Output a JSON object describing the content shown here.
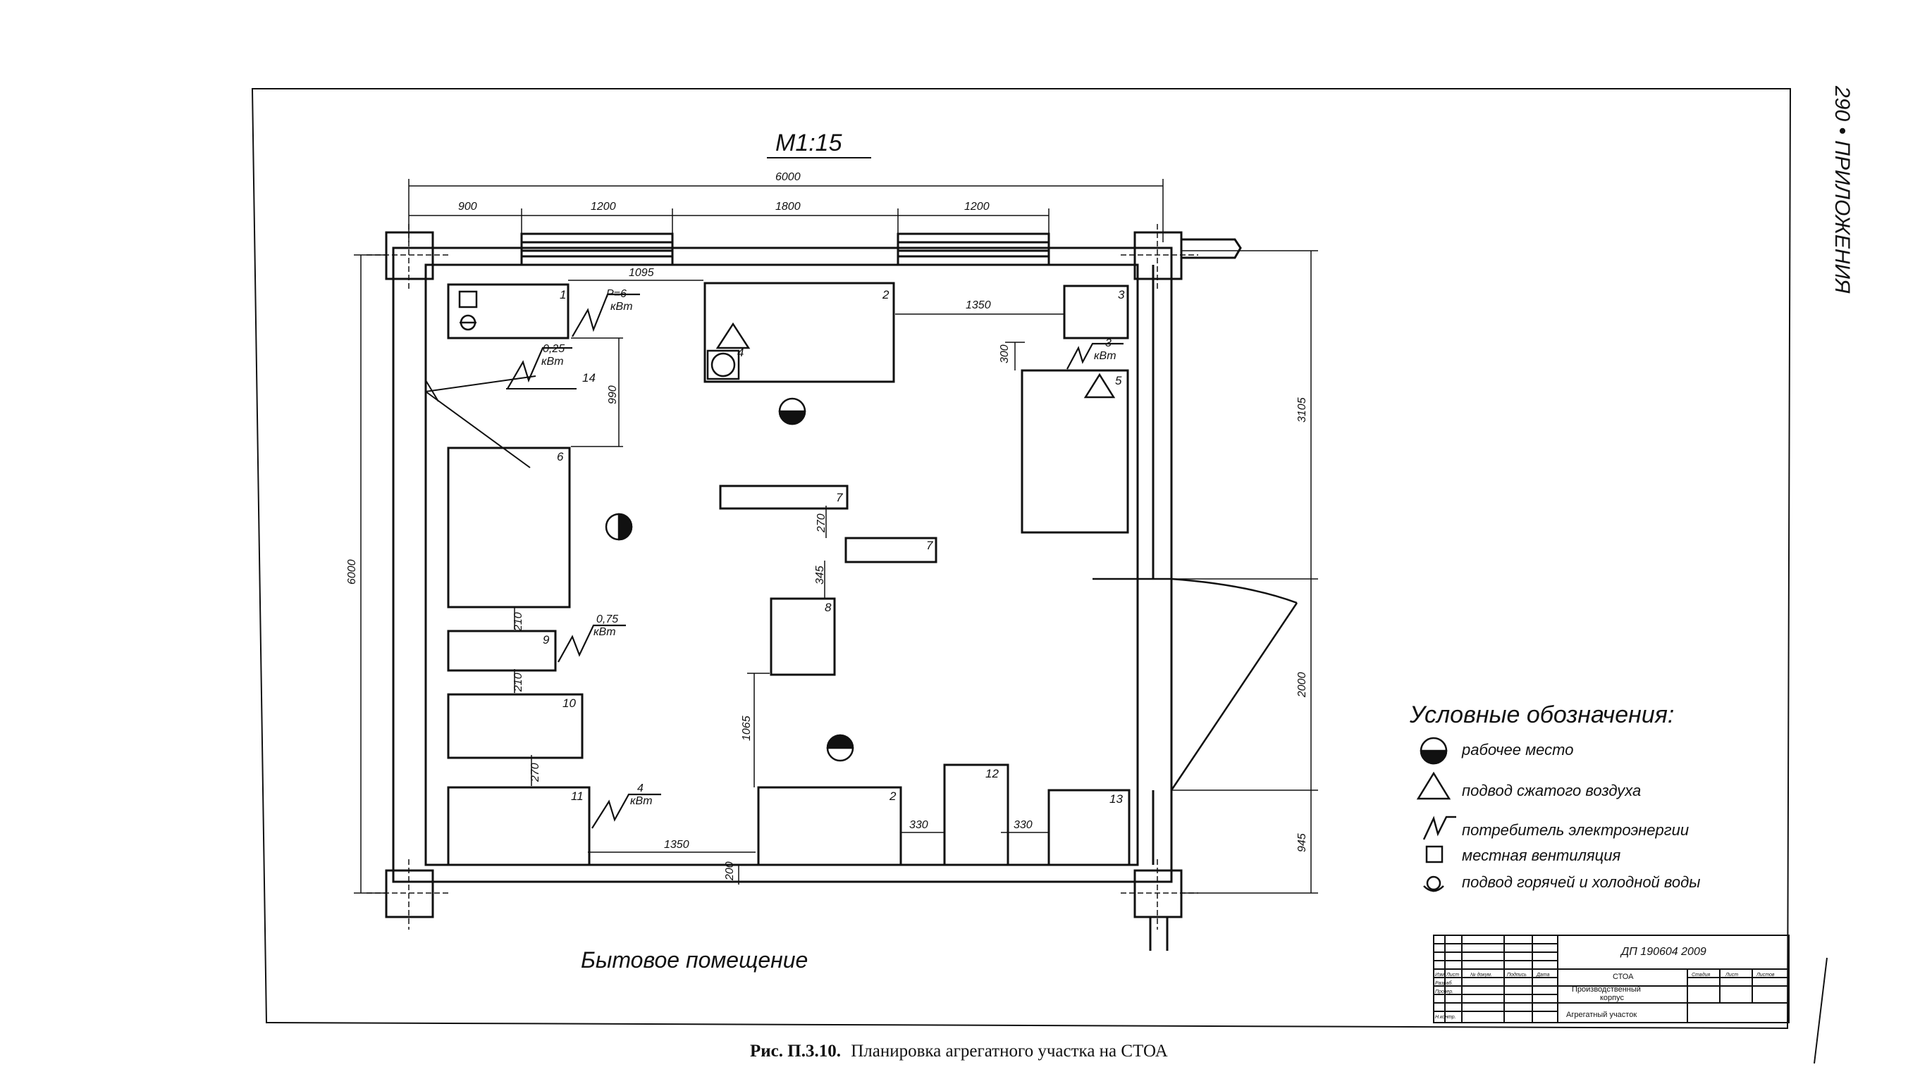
{
  "scale": "M1:15",
  "page_header": "290 • ПРИЛОЖЕНИЯ",
  "dimensions": {
    "overall_width": "6000",
    "overall_height": "6000",
    "top_segments": [
      "900",
      "1200",
      "1800",
      "1200"
    ],
    "right_segments": [
      "3105",
      "2000",
      "945"
    ],
    "d_1095": "1095",
    "d_1350_top": "1350",
    "d_300": "300",
    "d_990": "990",
    "d_270_a": "270",
    "d_345": "345",
    "d_210_a": "210",
    "d_210_b": "210",
    "d_270_b": "270",
    "d_1065": "1065",
    "d_1350_bottom": "1350",
    "d_200": "200",
    "d_330_a": "330",
    "d_330_b": "330"
  },
  "power": {
    "p1_top": "P=6",
    "p1_unit": "кВт",
    "p14_top": "0,25",
    "p14_unit": "кВт",
    "p3_top": "3",
    "p3_unit": "кВт",
    "p9_top": "0,75",
    "p9_unit": "кВт",
    "p11_top": "4",
    "p11_unit": "кВт"
  },
  "equipment_numbers": {
    "n1": "1",
    "n2_top": "2",
    "n3": "3",
    "n4": "4",
    "n5": "5",
    "n6": "6",
    "n7_a": "7",
    "n7_b": "7",
    "n8": "8",
    "n9": "9",
    "n10": "10",
    "n11": "11",
    "n2_bottom": "2",
    "n12": "12",
    "n13": "13",
    "n14": "14"
  },
  "legend": {
    "title": "Условные обозначения:",
    "items": [
      {
        "icon": "workplace-icon",
        "label": "рабочее место"
      },
      {
        "icon": "compressed-air-icon",
        "label": "подвод сжатого воздуха"
      },
      {
        "icon": "electric-consumer-icon",
        "label": "потребитель электроэнергии"
      },
      {
        "icon": "ventilation-icon",
        "label": "местная вентиляция"
      },
      {
        "icon": "water-supply-icon",
        "label": "подвод горячей и холодной воды"
      }
    ]
  },
  "room_label": "Бытовое помещение",
  "title_block": {
    "code": "ДП 190604 2009",
    "org": "СТОА",
    "building_line1": "Производственный",
    "building_line2": "корпус",
    "sheet_title": "Агрегатный участок",
    "col_izm": "Изм",
    "col_list": "Лист",
    "col_doc": "№ докум.",
    "col_sign": "Подпись",
    "col_date": "Дата",
    "row_razrab": "Разраб.",
    "row_prov": "Провер.",
    "row_nkontr": "Н.контр.",
    "col_stadia": "Стадия",
    "col_sheet": "Лист",
    "col_sheets": "Листов"
  },
  "caption": {
    "number": "Рис. П.3.10.",
    "text": "Планировка агрегатного участка на СТОА"
  }
}
